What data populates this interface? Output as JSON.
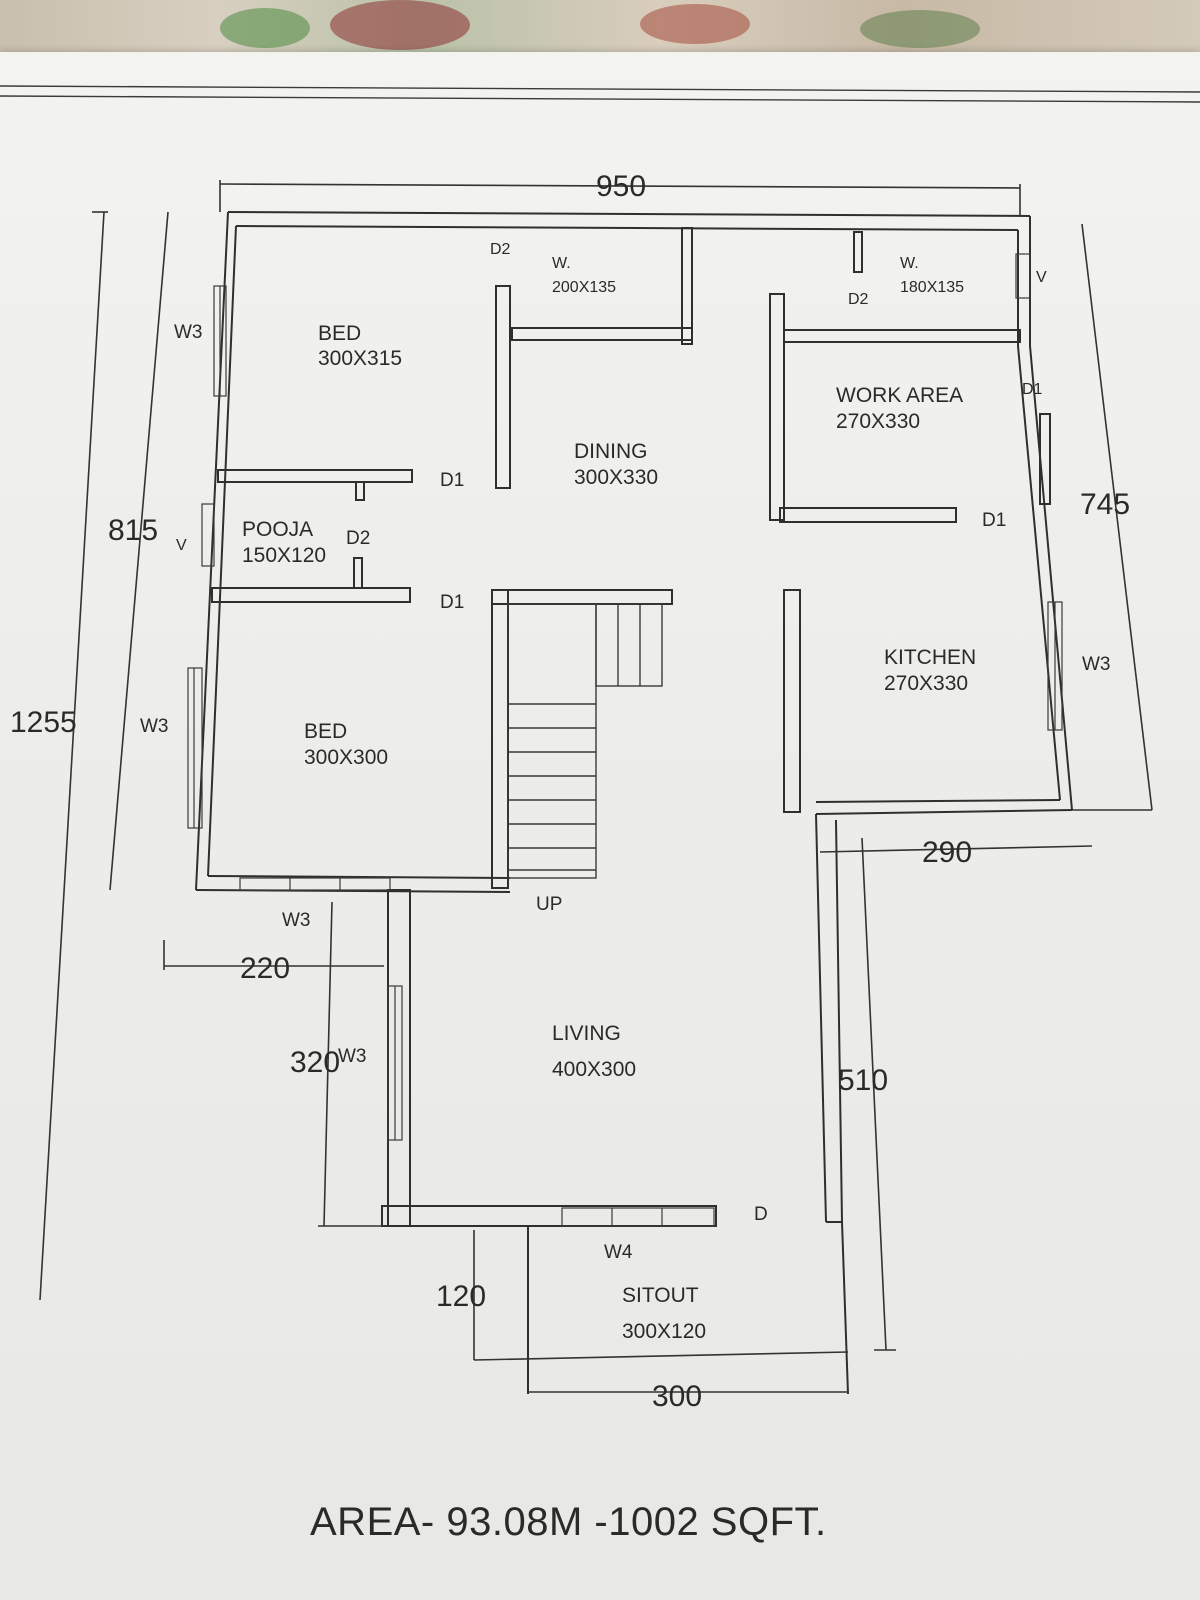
{
  "rooms": {
    "bed1": {
      "name": "BED",
      "size": "300X315"
    },
    "ward1": {
      "name": "W.",
      "size": "200X135"
    },
    "ward2": {
      "name": "W.",
      "size": "180X135"
    },
    "dining": {
      "name": "DINING",
      "size": "300X330"
    },
    "work": {
      "name": "WORK AREA",
      "size": "270X330"
    },
    "pooja": {
      "name": "POOJA",
      "size": "150X120"
    },
    "bed2": {
      "name": "BED",
      "size": "300X300"
    },
    "kitchen": {
      "name": "KITCHEN",
      "size": "270X330"
    },
    "living": {
      "name": "LIVING",
      "size": "400X300"
    },
    "sitout": {
      "name": "SITOUT",
      "size": "300X120"
    }
  },
  "tags": {
    "d1": "D1",
    "d2": "D2",
    "d": "D",
    "v": "V",
    "w3": "W3",
    "w4": "W4",
    "up": "UP"
  },
  "dimensions": {
    "total_width": "950",
    "total_height": "1255",
    "left_upper": "815",
    "right_upper": "745",
    "kitchen_width": "290",
    "bed_offset": "220",
    "living_height": "320",
    "front_depth": "510",
    "sitout_depth": "120",
    "sitout_width": "300"
  },
  "footer": {
    "area": "AREA- 93.08M -1002 SQFT."
  }
}
